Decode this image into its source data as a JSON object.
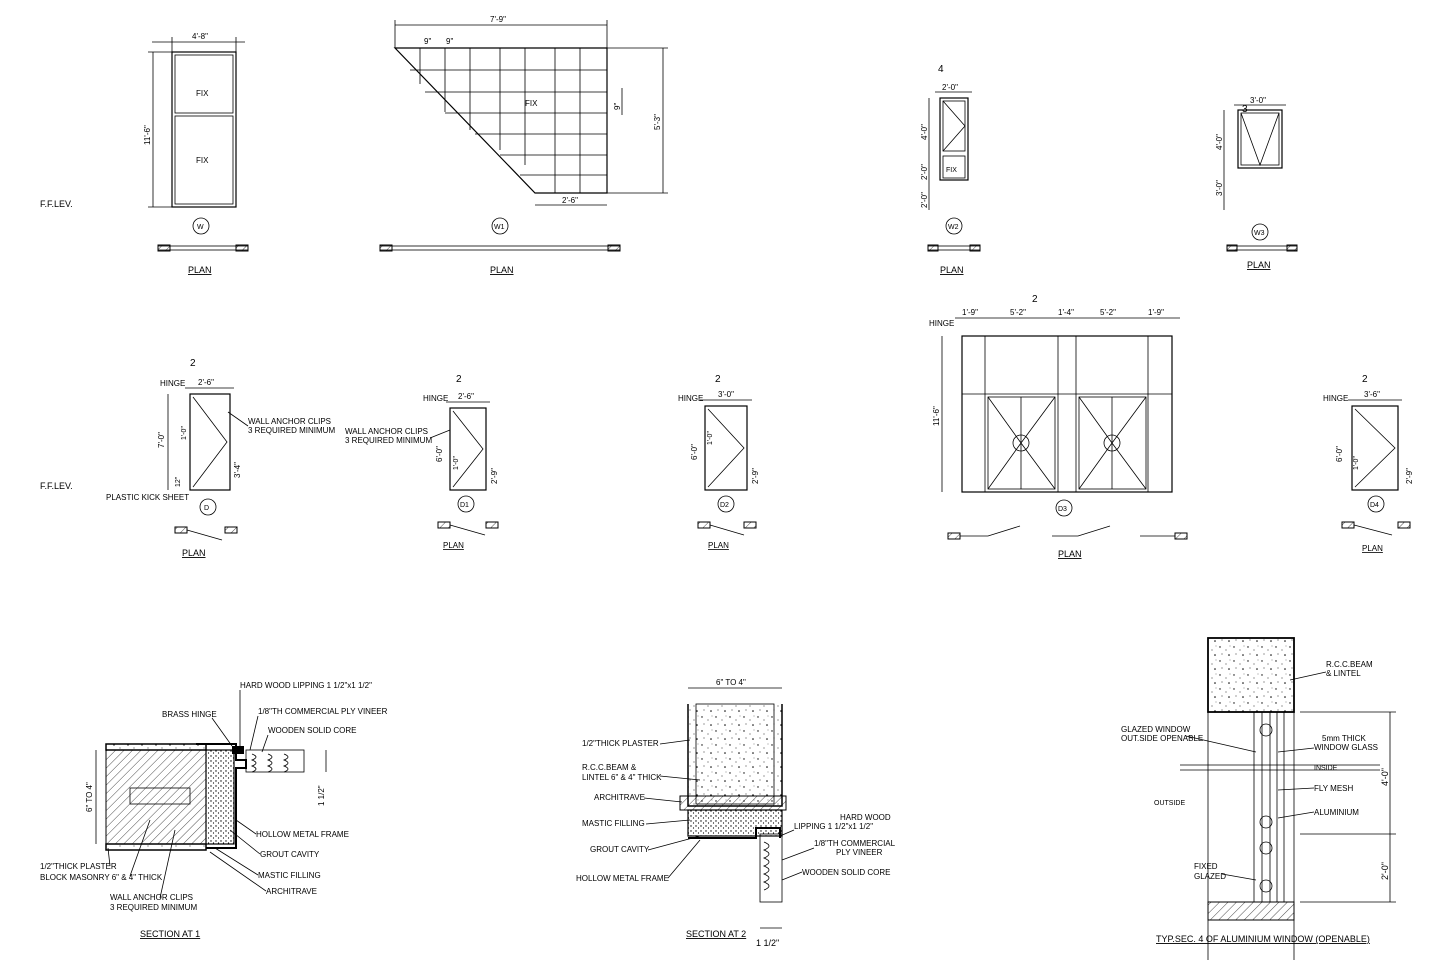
{
  "labels": {
    "ff_lev_1": "F.F.LEV.",
    "ff_lev_2": "F.F.LEV.",
    "fix": "FIX",
    "plan": "PLAN",
    "hinge": "HINGE",
    "wall_anchor_1": "WALL ANCHOR CLIPS",
    "wall_anchor_2": "3 REQUIRED MINIMUM",
    "kick_sheet": "PLASTIC KICK SHEET",
    "marker_2": "2",
    "marker_3": "3",
    "marker_4": "4"
  },
  "tags": {
    "W": "W",
    "W1": "W1",
    "W2": "W2",
    "W3": "W3",
    "D": "D",
    "D1": "D1",
    "D2": "D2",
    "D3": "D3",
    "D4": "D4"
  },
  "dims": {
    "w_width": "4'-8\"",
    "w_height": "11'-6\"",
    "w1_width": "7'-9\"",
    "w1_c1": "9\"",
    "w1_c2": "9\"",
    "w1_cell": "9\"",
    "w1_height": "5'-3\"",
    "w1_bottom": "2'-6\"",
    "w2_width": "2'-0\"",
    "w2_h1": "4'-0\"",
    "w2_h2": "2'-0\"",
    "w2_h3": "2'-0\"",
    "w3_width": "3'-0\"",
    "w3_h1": "4'-0\"",
    "w3_h2": "3'-0\"",
    "d_width": "2'-6\"",
    "d_height": "7'-0\"",
    "d_h2": "3'-4\"",
    "d_h3": "1'-0\"",
    "d_kick": "12\"",
    "d1_width": "2'-6\"",
    "d1_height": "6'-0\"",
    "d1_h2": "2'-9\"",
    "d1_h3": "1'-0\"",
    "d2_width": "3'-0\"",
    "d2_height": "6'-0\"",
    "d2_h2": "2'-9\"",
    "d2_h3": "1'-0\"",
    "d3_a": "1'-9\"",
    "d3_b": "5'-2\"",
    "d3_c": "1'-4\"",
    "d3_d": "5'-2\"",
    "d3_e": "1'-9\"",
    "d3_height": "11'-6\"",
    "d4_width": "3'-6\"",
    "d4_height": "6'-0\"",
    "d4_h2": "2'-9\"",
    "d4_h3": "1'-0\""
  },
  "section1": {
    "title": "SECTION AT 1",
    "lipping": "HARD WOOD LIPPING 1 1/2\"x1 1/2\"",
    "brass_hinge": "BRASS HINGE",
    "ply": "1/8\"TH COMMERCIAL PLY VINEER",
    "core": "WOODEN SOLID CORE",
    "dim_wall": "6\" TO 4\"",
    "dim_door": "1 1/2\"",
    "frame": "HOLLOW METAL FRAME",
    "grout": "GROUT CAVITY",
    "mastic": "MASTIC FILLING",
    "architrave": "ARCHITRAVE",
    "plaster": "1/2\"THICK PLASTER",
    "masonry": "BLOCK MASONRY 6\" & 4\" THICK",
    "anchor_1": "WALL ANCHOR CLIPS",
    "anchor_2": "3 REQUIRED MINIMUM"
  },
  "section2": {
    "title": "SECTION AT 2",
    "dim_top": "6\" TO 4\"",
    "dim_bottom": "1 1/2\"",
    "plaster": "1/2\"THICK PLASTER",
    "beam_1": "R.C.C.BEAM &",
    "beam_2": "LINTEL 6\" & 4\" THICK",
    "architrave": "ARCHITRAVE",
    "mastic": "MASTIC FILLING",
    "grout": "GROUT CAVITY",
    "frame": "HOLLOW METAL FRAME",
    "hardwood_1": "HARD WOOD",
    "hardwood_2": "LIPPING 1 1/2\"x1 1/2\"",
    "ply_1": "1/8\"TH COMMERCIAL",
    "ply_2": "PLY VINEER",
    "core": "WOODEN SOLID CORE"
  },
  "section3": {
    "title": "TYP.SEC. 4 OF ALUMINIUM WINDOW (OPENABLE)",
    "beam_1": "R.C.C.BEAM",
    "beam_2": "& LINTEL",
    "glazed_1": "GLAZED WINDOW",
    "glazed_2": "OUT.SIDE OPENABLE",
    "glass_1": "5mm THICK",
    "glass_2": "WINDOW GLASS",
    "inside": "INSIDE",
    "outside": "OUTSIDE",
    "fly_mesh": "FLY MESH",
    "aluminium": "ALUMINIUM",
    "fixed_1": "FIXED",
    "fixed_2": "GLAZED",
    "dim_1": "4'-0\"",
    "dim_2": "2'-0\""
  }
}
